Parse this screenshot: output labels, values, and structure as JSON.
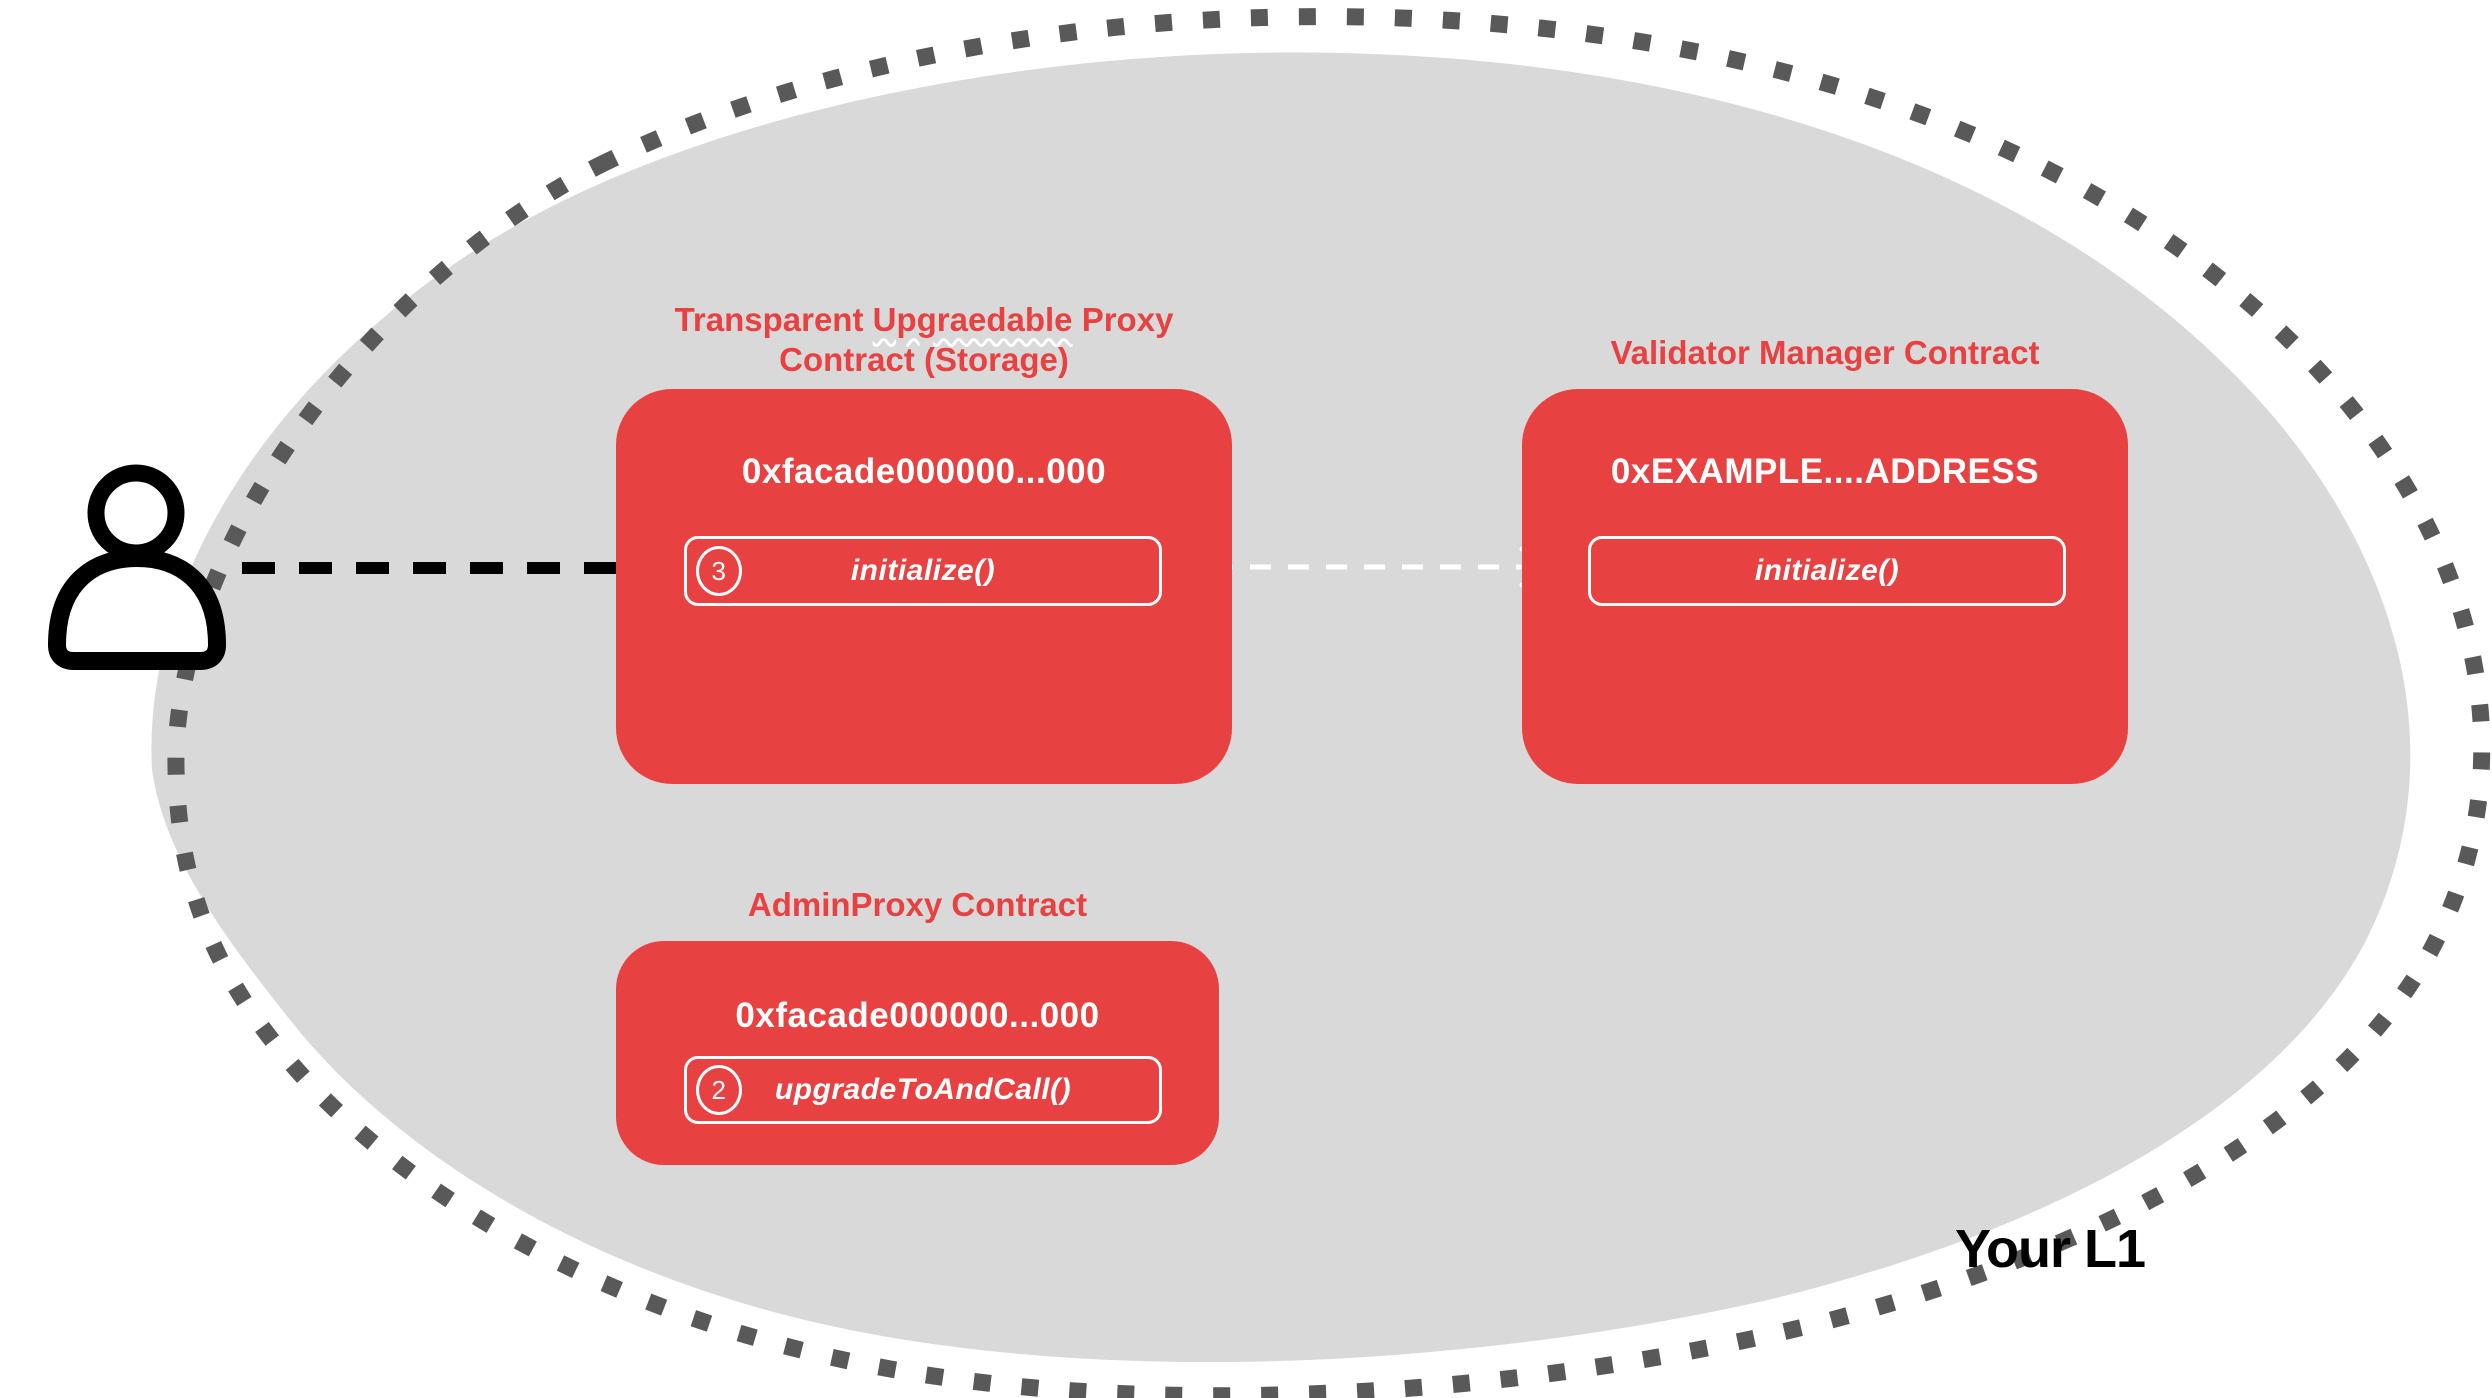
{
  "colors": {
    "contract_red": "#E84142",
    "region_fill_gray": "#D9D9D9",
    "border_dot_gray": "#595959",
    "text_white": "#FFFFFF",
    "text_black": "#000000"
  },
  "region": {
    "label": "Your L1"
  },
  "icons": {
    "actor": "person-icon",
    "call_arrow": "black-dashed-arrow-right-icon",
    "forward_arrow": "white-dashed-arrow-right-icon"
  },
  "contracts": {
    "transparent_proxy": {
      "title_word1": "Transparent",
      "title_word2": "Upgraedable",
      "title_word3": "Proxy",
      "title_line2": "Contract (Storage)",
      "address": "0xfacade000000...000",
      "method": {
        "step": "3",
        "label": "initialize()"
      }
    },
    "validator_manager": {
      "title": "Validator Manager Contract",
      "address": "0xEXAMPLE....ADDRESS",
      "method": {
        "label": "initialize()"
      }
    },
    "admin_proxy": {
      "title": "AdminProxy  Contract",
      "address": "0xfacade000000...000",
      "method": {
        "step": "2",
        "label": "upgradeToAndCall()"
      }
    }
  }
}
